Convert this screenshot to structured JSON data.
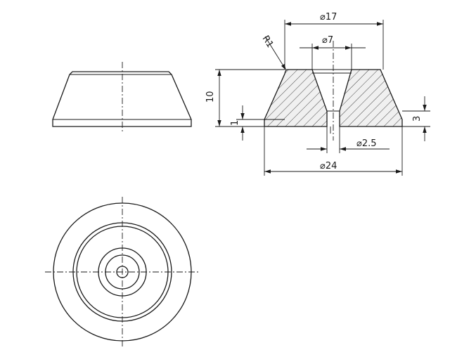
{
  "drawing": {
    "type": "technical drawing",
    "views": [
      "side-view",
      "section-view",
      "top-view"
    ],
    "dimensions": {
      "outer_top_diameter": {
        "symbol": "⌀",
        "value": "17"
      },
      "bore_diameter": {
        "symbol": "⌀",
        "value": "7"
      },
      "hole_diameter": {
        "symbol": "⌀",
        "value": "2.5"
      },
      "base_diameter": {
        "symbol": "⌀",
        "value": "24"
      },
      "radius": "R1",
      "height": "10",
      "base_thickness": "1",
      "bottom_thickness": "3"
    }
  }
}
